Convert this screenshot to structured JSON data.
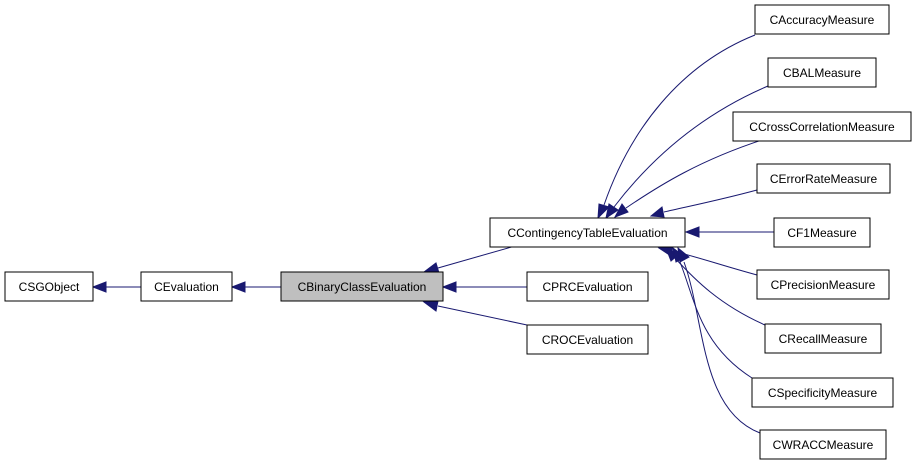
{
  "nodes": [
    {
      "id": "csgobject",
      "label": "CSGObject"
    },
    {
      "id": "cevaluation",
      "label": "CEvaluation"
    },
    {
      "id": "cbinaryclassevaluation",
      "label": "CBinaryClassEvaluation",
      "highlight": true
    },
    {
      "id": "ccontingencytableevaluation",
      "label": "CContingencyTableEvaluation"
    },
    {
      "id": "cprcevaluation",
      "label": "CPRCEvaluation"
    },
    {
      "id": "crocevaluation",
      "label": "CROCEvaluation"
    },
    {
      "id": "caccuracymeasure",
      "label": "CAccuracyMeasure"
    },
    {
      "id": "cbalmeasure",
      "label": "CBALMeasure"
    },
    {
      "id": "ccrosscorrelationmeasure",
      "label": "CCrossCorrelationMeasure"
    },
    {
      "id": "cerrorratemeasure",
      "label": "CErrorRateMeasure"
    },
    {
      "id": "cf1measure",
      "label": "CF1Measure"
    },
    {
      "id": "cprecisionmeasure",
      "label": "CPrecisionMeasure"
    },
    {
      "id": "crecallmeasure",
      "label": "CRecallMeasure"
    },
    {
      "id": "cspecificitymeasure",
      "label": "CSpecificityMeasure"
    },
    {
      "id": "cwraccmeasure",
      "label": "CWRACCMeasure"
    }
  ],
  "edges": [
    {
      "from": "cevaluation",
      "to": "csgobject"
    },
    {
      "from": "cbinaryclassevaluation",
      "to": "cevaluation"
    },
    {
      "from": "ccontingencytableevaluation",
      "to": "cbinaryclassevaluation"
    },
    {
      "from": "cprcevaluation",
      "to": "cbinaryclassevaluation"
    },
    {
      "from": "crocevaluation",
      "to": "cbinaryclassevaluation"
    },
    {
      "from": "caccuracymeasure",
      "to": "ccontingencytableevaluation"
    },
    {
      "from": "cbalmeasure",
      "to": "ccontingencytableevaluation"
    },
    {
      "from": "ccrosscorrelationmeasure",
      "to": "ccontingencytableevaluation"
    },
    {
      "from": "cerrorratemeasure",
      "to": "ccontingencytableevaluation"
    },
    {
      "from": "cf1measure",
      "to": "ccontingencytableevaluation"
    },
    {
      "from": "cprecisionmeasure",
      "to": "ccontingencytableevaluation"
    },
    {
      "from": "crecallmeasure",
      "to": "ccontingencytableevaluation"
    },
    {
      "from": "cspecificitymeasure",
      "to": "ccontingencytableevaluation"
    },
    {
      "from": "cwraccmeasure",
      "to": "ccontingencytableevaluation"
    }
  ],
  "colors": {
    "edge": "#191970",
    "node_border": "#000000",
    "node_fill": "#ffffff",
    "highlight_fill": "#bfbfbf"
  }
}
